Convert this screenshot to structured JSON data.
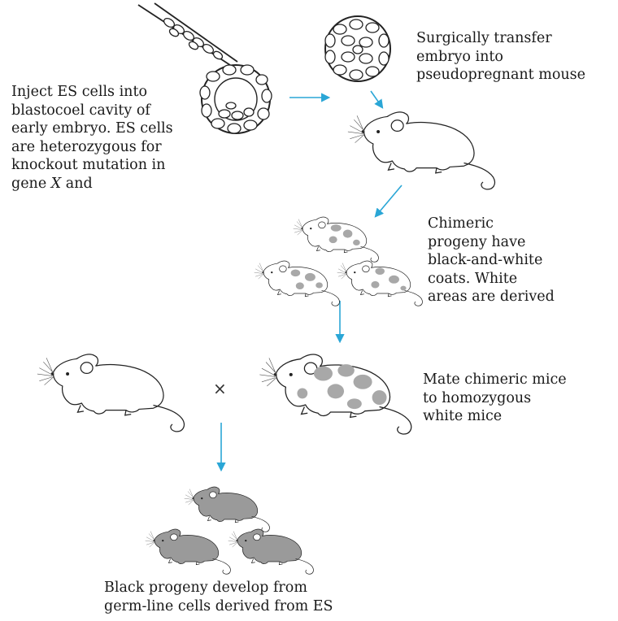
{
  "captions": {
    "inject": {
      "lines": [
        "Inject ES cells into",
        "blastocoel cavity of",
        "early embryo. ES cells",
        "are heterozygous for",
        "knockout mutation in",
        "gene ",
        "X",
        " and"
      ]
    },
    "transfer": {
      "lines": [
        "Surgically transfer",
        "embryo into",
        "pseudopregnant mouse"
      ]
    },
    "chimeric": {
      "lines": [
        "Chimeric",
        "progeny have",
        "black-and-white",
        "coats. White",
        "areas are derived"
      ]
    },
    "mate": {
      "lines": [
        "Mate chimeric mice",
        "to homozygous",
        "white mice"
      ]
    },
    "black": {
      "lines": [
        "Black progeny develop from",
        "germ-line cells derived from ES"
      ]
    }
  },
  "cross_symbol": "×",
  "colors": {
    "arrow": "#2aa6d6",
    "outline": "#222222",
    "white_fur": "#ffffff",
    "spot": "#a8a8a8",
    "black_fur": "#9a9a9a"
  }
}
